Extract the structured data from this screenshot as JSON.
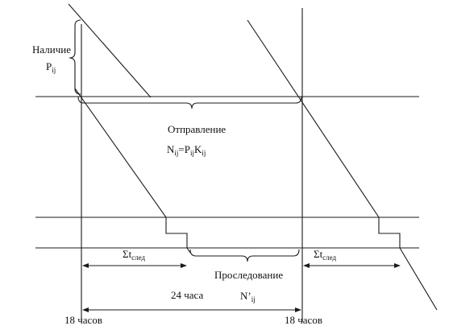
{
  "labels": {
    "nalichie": "Наличие",
    "p": "P",
    "p_sub": "ij",
    "otpravlenie": "Отправление",
    "formula": {
      "n": "N",
      "n_sub": "ij",
      "eq_p": "=P",
      "p_sub": "ij",
      "k": "K",
      "k_sub": "ij"
    },
    "sigma_t_left": "Σt",
    "sigma_t_left_sub": "след",
    "sigma_t_right": "Σt",
    "sigma_t_right_sub": "след",
    "sledovanie": "Проследование",
    "n_prime": "N’",
    "n_prime_sub": "ij",
    "hours_24": "24 часа",
    "time_left": "18 часов",
    "time_right": "18 часов"
  },
  "colors": {
    "line": "#1a1a1a",
    "text": "#111111",
    "background": "#ffffff"
  }
}
